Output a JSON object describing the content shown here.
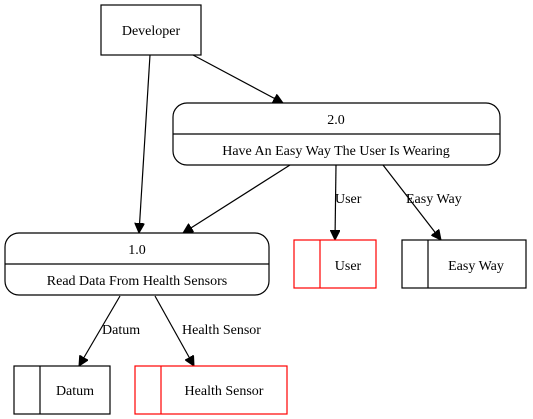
{
  "diagram": {
    "type": "data-flow-diagram",
    "colors": {
      "default_stroke": "#000000",
      "highlight_stroke": "#ff0000",
      "background": "#ffffff"
    },
    "entities": [
      {
        "id": "developer",
        "label": "Developer"
      }
    ],
    "processes": [
      {
        "id": "p2",
        "number": "2.0",
        "label": "Have An Easy Way The User Is Wearing"
      },
      {
        "id": "p1",
        "number": "1.0",
        "label": "Read Data From Health Sensors"
      }
    ],
    "data_stores": [
      {
        "id": "store_user",
        "label": "User",
        "highlighted": true
      },
      {
        "id": "store_easy_way",
        "label": "Easy Way",
        "highlighted": false
      },
      {
        "id": "store_datum",
        "label": "Datum",
        "highlighted": false
      },
      {
        "id": "store_health_sensor",
        "label": "Health Sensor",
        "highlighted": true
      }
    ],
    "flows": [
      {
        "id": "f_dev_p2",
        "from": "developer",
        "to": "p2",
        "label": ""
      },
      {
        "id": "f_dev_p1",
        "from": "developer",
        "to": "p1",
        "label": ""
      },
      {
        "id": "f_p2_p1",
        "from": "p2",
        "to": "p1",
        "label": ""
      },
      {
        "id": "f_p2_user",
        "from": "p2",
        "to": "store_user",
        "label": "User"
      },
      {
        "id": "f_p2_easy",
        "from": "p2",
        "to": "store_easy_way",
        "label": "Easy Way"
      },
      {
        "id": "f_p1_datum",
        "from": "p1",
        "to": "store_datum",
        "label": "Datum"
      },
      {
        "id": "f_p1_health",
        "from": "p1",
        "to": "store_health_sensor",
        "label": "Health Sensor"
      }
    ]
  }
}
